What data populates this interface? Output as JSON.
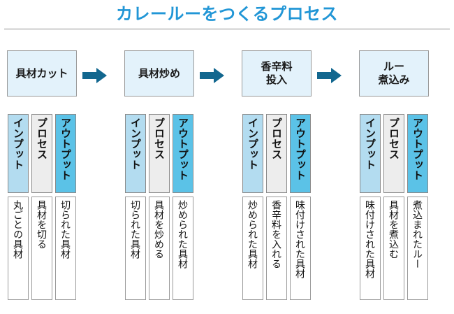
{
  "title": "カレールーをつくるプロセス",
  "colors": {
    "title_blue": "#2196d6",
    "step_box_fill": "#e3f2fb",
    "arrow_teal": "#12678f",
    "input_band": "#b3dcf0",
    "process_band": "#ededed",
    "output_band": "#5bc2e7",
    "border_gray": "#9a9a9a"
  },
  "band_labels": {
    "input": "インプット",
    "process": "プロセス",
    "output": "アウトプット"
  },
  "columns": [
    {
      "step": "具材カット",
      "input": "丸ごとの具材",
      "process": "具材を切る",
      "output": "切られた具材"
    },
    {
      "step": "具材炒め",
      "input": "切られた具材",
      "process": "具材を炒める",
      "output": "炒められた具材"
    },
    {
      "step": "香辛料\n投入",
      "input": "炒められた具材",
      "process": "香辛料を入れる",
      "output": "味付けされた具材"
    },
    {
      "step": "ルー\n煮込み",
      "input": "味付けされた具材",
      "process": "具材を煮込む",
      "output": "煮込まれたルー"
    }
  ]
}
